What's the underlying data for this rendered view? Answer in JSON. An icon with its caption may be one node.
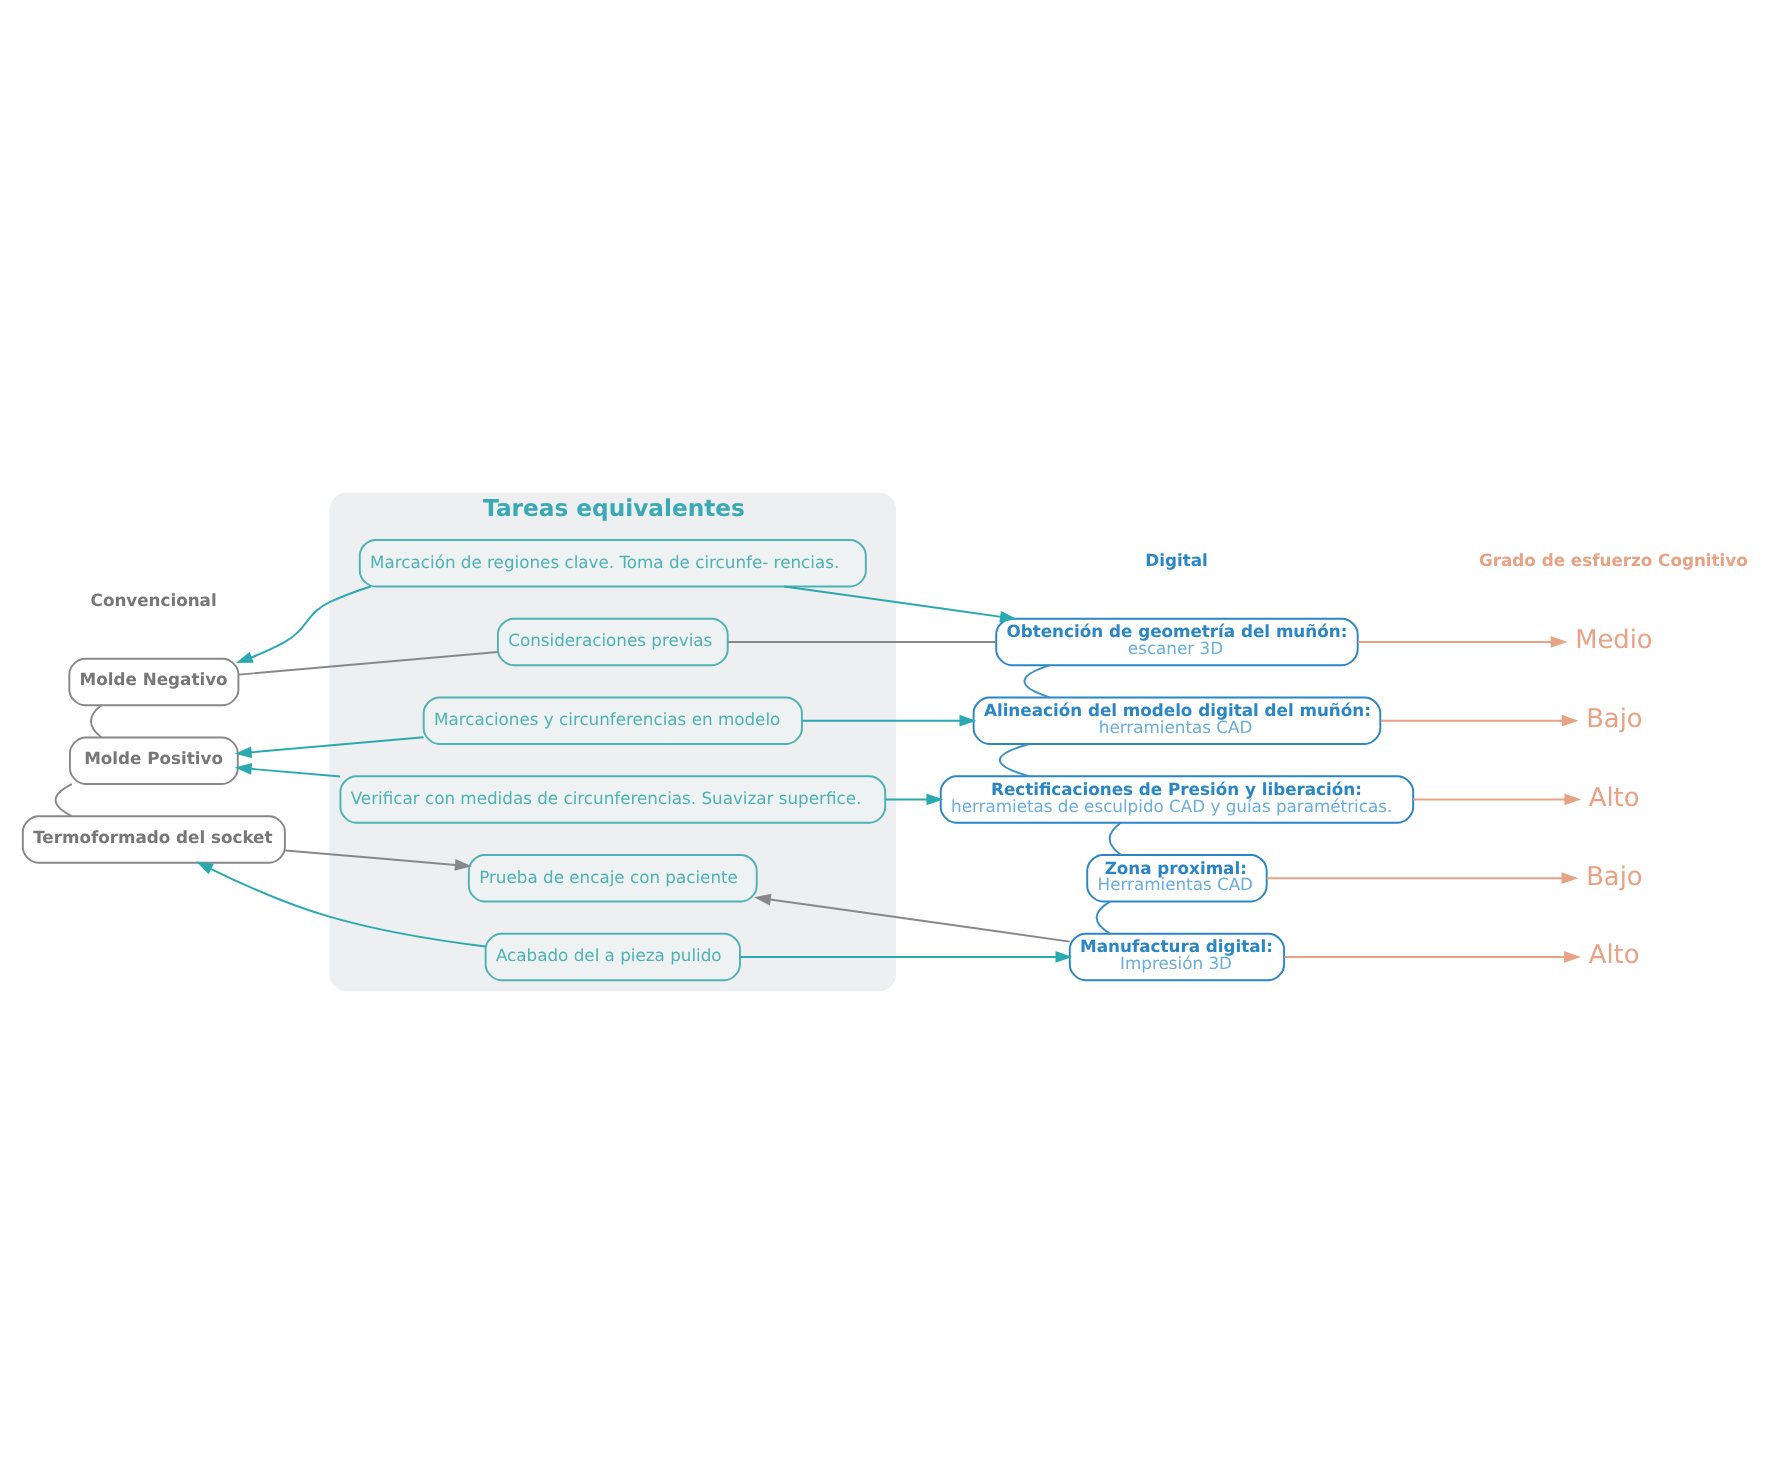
{
  "diagram": {
    "nodes": [
      {
        "text": [
          "Tareas equivalentes"
        ]
      },
      {
        "text": [
          "Consideraciones previas"
        ],
        "in": 0
      },
      {
        "text": [
          "Molde Negativo"
        ]
      },
      {
        "text": [
          "Marcación de regiones clave. Toma de circunfe- rencias."
        ],
        "in": 0
      },
      {
        "text": [
          "Obtención de geometría del muñón:",
          "escaner 3D"
        ]
      },
      {
        "text": [
          "Medio"
        ]
      },
      {
        "text": [
          "Marcaciones y circunferencias en modelo"
        ],
        "in": 0
      },
      {
        "text": [
          "Alineación del modelo digital del muñón:",
          "herramientas CAD"
        ]
      },
      {
        "text": [
          "Bajo"
        ]
      },
      {
        "text": [
          "Molde Positivo"
        ]
      },
      {
        "text": [
          "Verificar con medidas de circunferencias. Suavizar superfice."
        ],
        "in": 0
      },
      {
        "text": [
          "Rectificaciones de Presión y liberación:",
          "herramietas de esculpido CAD y guías paramétricas."
        ]
      },
      {
        "text": [
          "Alto"
        ]
      },
      {
        "text": [
          "Zona proximal:",
          "Herramientas CAD"
        ]
      },
      {
        "text": [
          "Bajo"
        ]
      },
      {
        "text": [
          "Termoformado del socket"
        ]
      },
      {
        "text": [
          "Acabado del a pieza pulido"
        ],
        "in": 0
      },
      {
        "text": [
          "Manufactura digital:",
          "Impresión 3D"
        ]
      },
      {
        "text": [
          "Alto"
        ]
      },
      {
        "text": [
          "Prueba de encaje con paciente"
        ],
        "in": 0
      }
    ],
    "edges": [
      {
        "from": 1,
        "to": 2,
        "arrow": "none",
        "color": "#888888"
      },
      {
        "from": 1,
        "to": 4,
        "arrow": "none",
        "color": "#888888"
      },
      {
        "from": 3,
        "to": 2,
        "arrow": "to",
        "color": "#2aa9b0"
      },
      {
        "from": 3,
        "to": 4,
        "arrow": "to",
        "color": "#2aa9b0"
      },
      {
        "from": 4,
        "to": 5,
        "arrow": "to",
        "color": "#e8a285"
      },
      {
        "from": 2,
        "to": 9,
        "arrow": "none",
        "color": "#888888"
      },
      {
        "from": 4,
        "to": 7,
        "arrow": "none",
        "color": "#3a8fc8"
      },
      {
        "from": 6,
        "to": 9,
        "arrow": "to",
        "color": "#2aa9b0"
      },
      {
        "from": 6,
        "to": 7,
        "arrow": "to",
        "color": "#2aa9b0"
      },
      {
        "from": 7,
        "to": 8,
        "arrow": "to",
        "color": "#e8a285"
      },
      {
        "from": 10,
        "to": 9,
        "arrow": "to",
        "color": "#2aa9b0"
      },
      {
        "from": 10,
        "to": 11,
        "arrow": "to",
        "color": "#2aa9b0"
      },
      {
        "from": 7,
        "to": 11,
        "arrow": "none",
        "color": "#3a8fc8"
      },
      {
        "from": 11,
        "to": 12,
        "arrow": "to",
        "color": "#e8a285"
      },
      {
        "from": 11,
        "to": 13,
        "arrow": "none",
        "color": "#3a8fc8"
      },
      {
        "from": 13,
        "to": 14,
        "arrow": "to",
        "color": "#e8a285"
      },
      {
        "from": 9,
        "to": 15,
        "arrow": "none",
        "color": "#888888"
      },
      {
        "from": 16,
        "to": 15,
        "arrow": "to",
        "color": "#2aa9b0"
      },
      {
        "from": 16,
        "to": 17,
        "arrow": "to",
        "color": "#2aa9b0"
      },
      {
        "from": 13,
        "to": 17,
        "arrow": "none",
        "color": "#3a8fc8"
      },
      {
        "from": 17,
        "to": 18,
        "arrow": "to",
        "color": "#e8a285"
      },
      {
        "from": 15,
        "to": 19,
        "arrow": "to",
        "color": "#888888"
      },
      {
        "from": 17,
        "to": 19,
        "arrow": "to",
        "color": "#888888"
      }
    ],
    "labels": [
      "Convencional",
      "Digital",
      "Grado de esfuerzo Cognitivo"
    ]
  }
}
